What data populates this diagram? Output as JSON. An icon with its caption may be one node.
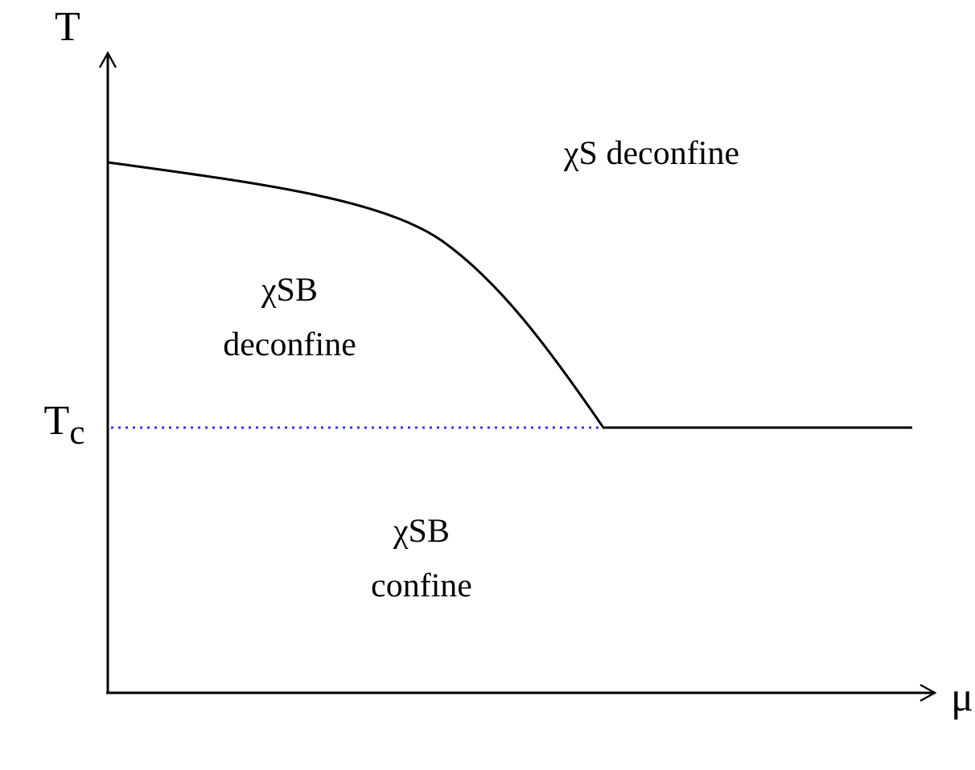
{
  "diagram": {
    "labels": [
      "T",
      "χS deconfine",
      "χSB deconfine",
      "T$_{c}$",
      "χSB confine",
      "μ"
    ]
  }
}
